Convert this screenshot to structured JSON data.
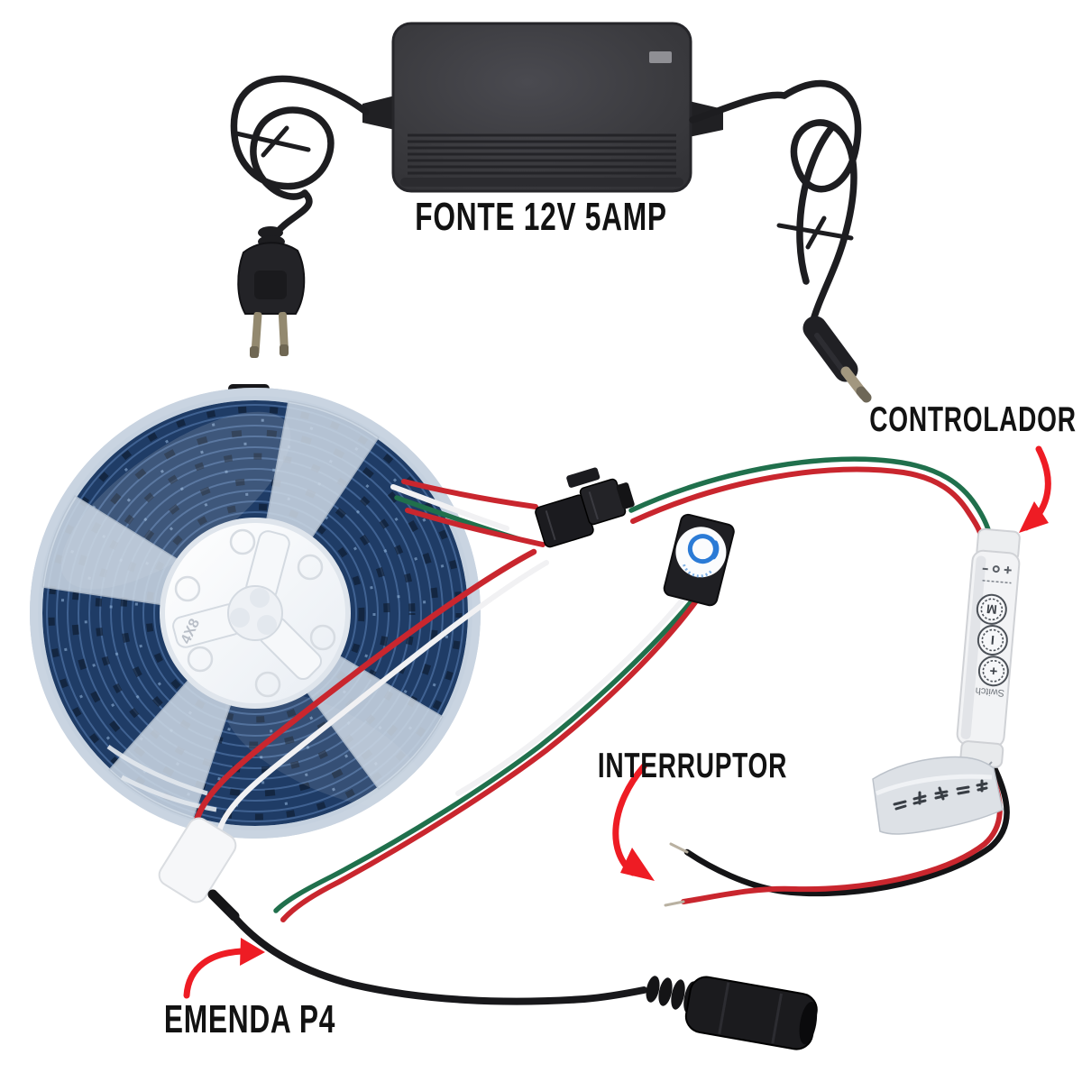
{
  "annotations": {
    "fonte": {
      "label": "FONTE 12V 5AMP"
    },
    "controlador": {
      "label": "CONTROLADOR"
    },
    "interruptor": {
      "label": "INTERRUPTOR"
    },
    "emenda": {
      "label": "EMENDA P4"
    }
  },
  "controller": {
    "buttons": [
      {
        "glyph": "M"
      },
      {
        "glyph": "I"
      },
      {
        "glyph": "+"
      }
    ],
    "switch_text": "Switch"
  },
  "reel": {
    "hub_marking": "4X8"
  },
  "icons": {
    "brand_logo_sticker": "blue-swirl-circle",
    "annotation_arrow": "curved-red-arrow"
  },
  "colors": {
    "background": "#ffffff",
    "label_text": "#121212",
    "arrow_red": "#ee1c24",
    "psu_body": "#3a3a3e",
    "wire_red": "#c9262e",
    "wire_green": "#20704c",
    "wire_white": "#f1f1f3",
    "wire_black": "#18181b",
    "strip_blue": "#1f3c66",
    "spool_light": "#cfdae6",
    "hub_white": "#f3f5f8",
    "logo_blue": "#2b7bd6"
  }
}
